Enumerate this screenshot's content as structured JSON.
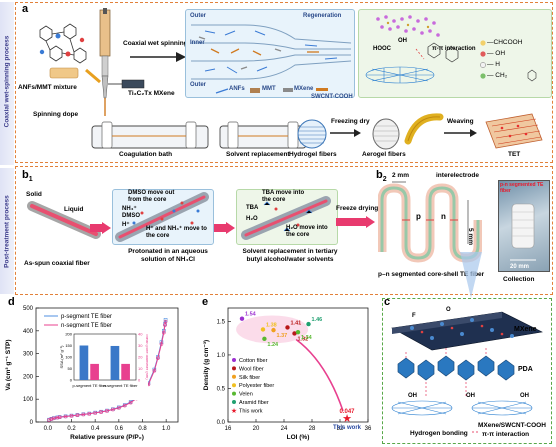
{
  "side": {
    "top": "Coaxial wet-spinning process",
    "bottom": "Post-treatment process"
  },
  "panel_a": {
    "letter": "a",
    "anfs_mmt": "ANFs/MMT mixture",
    "ti3c2tx": "Ti₃C₂Tx MXene",
    "coaxial": "Coaxial wet spinning",
    "outer_top": "Outer",
    "inner": "Inner",
    "outer_bottom": "Outer",
    "regeneration": "Regeneration",
    "anfs": "ANFs",
    "mmt": "MMT",
    "mxene": "MXene",
    "swcnt": "SWCNT-COOH",
    "spinning_dope": "Spinning dope",
    "hooc": "HOOC",
    "oh": "OH",
    "pi_interaction": "π-π interaction",
    "legend": [
      "—CHCOOH",
      "— OH",
      "— H",
      "— CH₂"
    ],
    "coag": "Coagulation bath",
    "solvent_rep": "Solvent replacement",
    "hydrogel": "Hydrogel fibers",
    "freezing": "Freezing dry",
    "aerogel": "Aerogel fibers",
    "weaving": "Weaving",
    "tet": "TET"
  },
  "panel_b1": {
    "letter": "b",
    "sub": "1",
    "solid": "Solid",
    "liquid": "Liquid",
    "as_spun": "As-spun coaxial fiber",
    "dmso_move": "DMSO move out from the core",
    "nh4": "NH₄⁺",
    "dmso": "DMSO",
    "hplus": "H⁺",
    "h_nh4": "H⁺ and NH₄⁺ move to the core",
    "protonated": "Protonated in an aqueous solution of NH₄Cl",
    "tba_move": "TBA move into the core",
    "tba": "TBA",
    "h2o": "H₂O",
    "h2o_move": "H₂O move into the core",
    "solvent_rep": "Solvent replacement in tertiary butyl alcohol/water solvents",
    "freeze": "Freeze drying"
  },
  "panel_b2": {
    "letter": "b",
    "sub": "2",
    "two_mm": "2 mm",
    "interelectrode": "interelectrode",
    "p": "p",
    "n": "n",
    "five_mm": "5 mm",
    "pn_fiber": "p–n segmented core-shell TE fiber",
    "inset": "p-n segmented TE fiber",
    "twenty_mm": "20 mm",
    "collection": "Collection"
  },
  "panel_c": {
    "letter": "c",
    "mxene": "MXene",
    "pda": "PDA",
    "f": "F",
    "o": "O",
    "oh1": "OH",
    "oh2": "OH",
    "oh3": "OH",
    "hbond": "Hydrogen bonding",
    "mx_sw": "MXene/SWCNT-COOH",
    "pi": "π-π interaction"
  },
  "panel_d": {
    "letter": "d",
    "legend_p": "p-segment TE fiber",
    "legend_n": "n-segment TE fiber",
    "inset_ylabel_left": "SSA (m² g⁻¹)",
    "inset_ylabel_right": "Mean pore diameter (nm)",
    "inset_x1": "p-segment TE fiber",
    "inset_x2": "n-segment TE fiber"
  },
  "panel_e": {
    "letter": "e",
    "legend": [
      "Cotton fiber",
      "Wool fiber",
      "Silk fiber",
      "Polyester fiber",
      "Velen",
      "Aramid fiber",
      "This work"
    ],
    "this_work_label": "This work",
    "this_work_value": "0.047"
  },
  "colors": {
    "dashed_border": "#e2813a",
    "p_series": "#4f8fe0",
    "n_series": "#e8408f",
    "this_work": "#e8192b"
  },
  "chart_data": [
    {
      "type": "line",
      "panel": "d",
      "xlabel": "Relative pressure (P/P₀)",
      "ylabel": "Va (cm³ g⁻¹ STP)",
      "xlim": [
        -0.1,
        1.1
      ],
      "ylim": [
        0,
        500
      ],
      "xticks": [
        "0.0",
        "0.2",
        "0.4",
        "0.6",
        "0.8",
        "1.0"
      ],
      "yticks": [
        "0",
        "100",
        "200",
        "300",
        "400",
        "500"
      ],
      "legend_placement": "top-left",
      "series": [
        {
          "name": "p-segment TE fiber",
          "color": "#4f8fe0",
          "x": [
            0.01,
            0.03,
            0.05,
            0.08,
            0.1,
            0.15,
            0.2,
            0.25,
            0.3,
            0.35,
            0.4,
            0.45,
            0.5,
            0.55,
            0.6,
            0.65,
            0.7,
            0.75,
            0.8,
            0.85,
            0.9,
            0.93,
            0.96,
            0.98,
            0.99,
            0.995
          ],
          "y": [
            10,
            14,
            17,
            20,
            22,
            25,
            28,
            31,
            34,
            37,
            41,
            45,
            50,
            56,
            64,
            74,
            88,
            106,
            132,
            170,
            230,
            285,
            350,
            400,
            430,
            448
          ]
        },
        {
          "name": "n-segment TE fiber",
          "color": "#e8408f",
          "x": [
            0.01,
            0.03,
            0.05,
            0.08,
            0.1,
            0.15,
            0.2,
            0.25,
            0.3,
            0.35,
            0.4,
            0.45,
            0.5,
            0.55,
            0.6,
            0.65,
            0.7,
            0.75,
            0.8,
            0.85,
            0.9,
            0.93,
            0.96,
            0.98,
            0.99,
            0.995
          ],
          "y": [
            9,
            13,
            16,
            19,
            21,
            24,
            27,
            30,
            33,
            36,
            40,
            44,
            49,
            55,
            62,
            72,
            85,
            103,
            128,
            165,
            225,
            280,
            342,
            392,
            425,
            440
          ]
        }
      ]
    },
    {
      "type": "bar",
      "panel": "d-inset",
      "categories": [
        "p-segment TE fiber",
        "n-segment TE fiber"
      ],
      "series": [
        {
          "name": "SSA (m² g⁻¹)",
          "color": "#3a78c8",
          "values": [
            150,
            148
          ]
        },
        {
          "name": "Mean pore diameter (nm)",
          "color": "#e8408f",
          "values": [
            14,
            14
          ]
        }
      ],
      "ylim_left": [
        0,
        200
      ],
      "ylim_right": [
        0,
        40
      ],
      "yticks_left": [
        "0",
        "50",
        "100",
        "150",
        "200"
      ],
      "yticks_right": [
        "0",
        "10",
        "20",
        "30",
        "40"
      ]
    },
    {
      "type": "scatter",
      "panel": "e",
      "xlabel": "LOI (%)",
      "ylabel": "Density (g cm⁻³)",
      "xlim": [
        16,
        36
      ],
      "ylim": [
        0,
        1.7
      ],
      "xticks": [
        "16",
        "20",
        "24",
        "28",
        "32",
        "36"
      ],
      "yticks": [
        "0.0",
        "0.5",
        "1.0",
        "1.5"
      ],
      "points": [
        {
          "series": "Cotton fiber",
          "x": 18,
          "y": 1.54,
          "label": "1.54",
          "color": "#9b30d0"
        },
        {
          "series": "Wool fiber",
          "x": 25.5,
          "y": 1.32,
          "label": "1.32",
          "color": "#b81818"
        },
        {
          "series": "Wool fiber",
          "x": 24.5,
          "y": 1.41,
          "label": "1.41",
          "color": "#b81818"
        },
        {
          "series": "Silk fiber",
          "x": 22.5,
          "y": 1.37,
          "label": "1.37",
          "color": "#f0a020"
        },
        {
          "series": "Polyester fiber",
          "x": 21,
          "y": 1.38,
          "label": "1.38",
          "color": "#f0c020"
        },
        {
          "series": "Velen",
          "x": 21.2,
          "y": 1.24,
          "label": "1.24",
          "color": "#58b830"
        },
        {
          "series": "Aramid fiber",
          "x": 27.5,
          "y": 1.46,
          "label": "1.46",
          "color": "#20a070"
        },
        {
          "series": "Velen",
          "x": 26,
          "y": 1.34,
          "label": "1.34",
          "color": "#58b830"
        },
        {
          "series": "This work",
          "x": 33,
          "y": 0.047,
          "label": "0.047",
          "color": "#e8192b"
        }
      ]
    }
  ]
}
